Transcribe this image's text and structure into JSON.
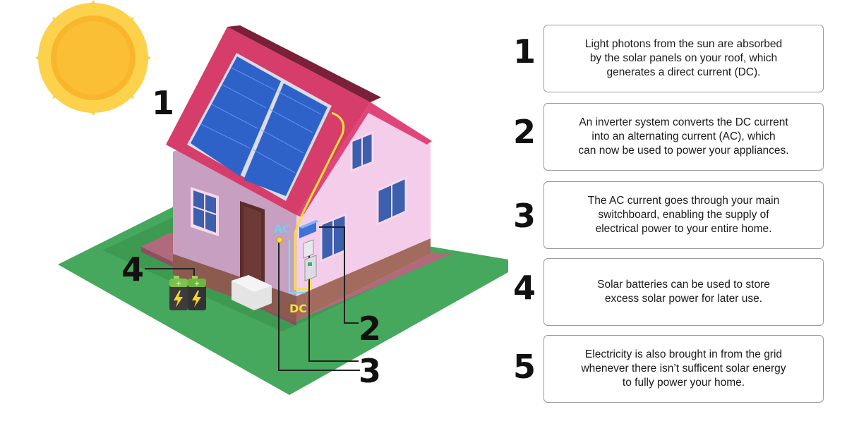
{
  "diagram": {
    "house_labels": {
      "ac": "AC",
      "dc": "DC",
      "callout_1": "1",
      "callout_2": "2",
      "callout_3": "3",
      "callout_4": "4"
    },
    "steps": [
      {
        "number": "1",
        "text": "Light photons from the sun are absorbed\nby the solar panels on your roof, which\ngenerates a direct current (DC)."
      },
      {
        "number": "2",
        "text": "An inverter system converts the DC current\ninto an alternating current (AC), which\ncan now be used to power your appliances."
      },
      {
        "number": "3",
        "text": "The AC current goes through your main\nswitchboard, enabling the supply of\nelectrical power to your entire home."
      },
      {
        "number": "4",
        "text": "Solar batteries can be used to store\nexcess solar power for later use."
      },
      {
        "number": "5",
        "text": "Electricity is also brought in from the grid\nwhenever there isn’t sufficent solar energy\nto fully power your home."
      }
    ],
    "colors": {
      "grass": "#46a85c",
      "roof": "#d63d6a",
      "wall_left": "#c79fc1",
      "wall_right": "#f3cde9",
      "panel": "#2f62c9",
      "sun": "#f9b62c",
      "dc_wire": "#f4e23a",
      "ac_wire": "#7fd8ef"
    }
  }
}
